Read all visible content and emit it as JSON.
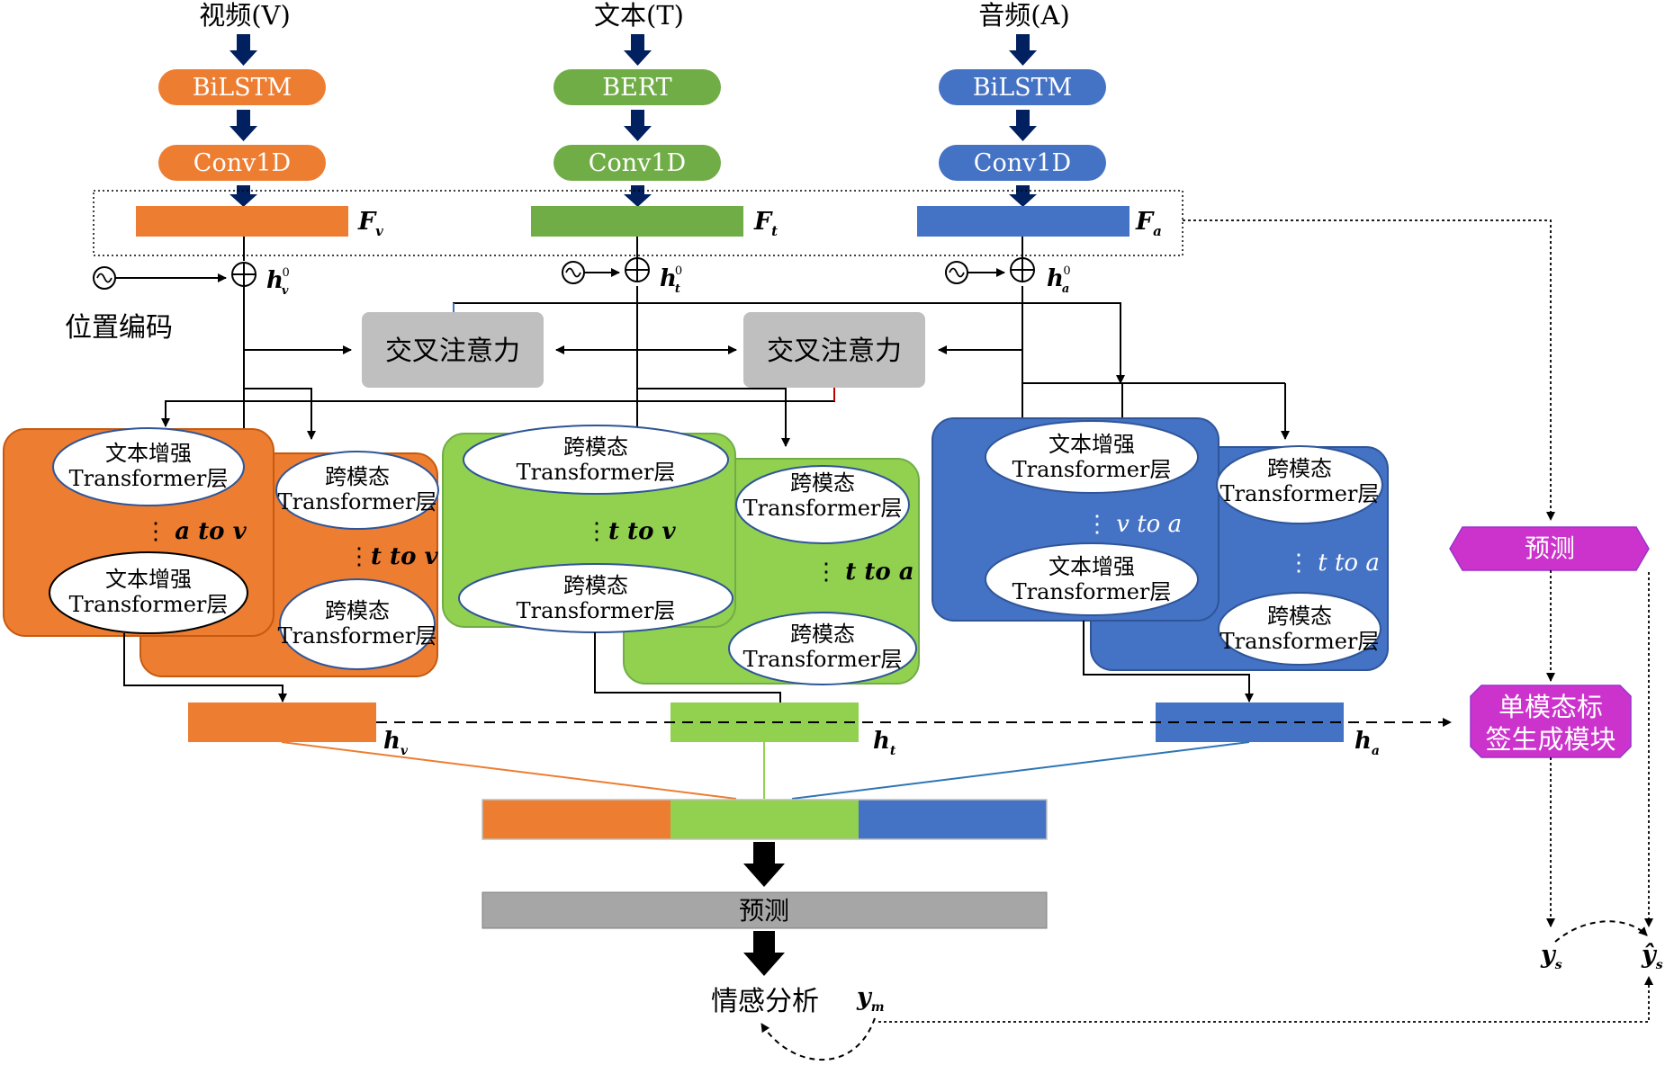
{
  "inputs": {
    "video": "视频(V)",
    "text": "文本(T)",
    "audio": "音频(A)"
  },
  "encoders": {
    "video_first": "BiLSTM",
    "text_first": "BERT",
    "audio_first": "BiLSTM",
    "conv": "Conv1D"
  },
  "features": {
    "fv": "F",
    "fv_sub": "v",
    "ft": "F",
    "ft_sub": "t",
    "fa": "F",
    "fa_sub": "a"
  },
  "positional": {
    "label": "位置编码",
    "hv0": "h",
    "hv0_sub": "v",
    "ht0": "h",
    "ht0_sub": "t",
    "ha0": "h",
    "ha0_sub": "a",
    "sup": "0"
  },
  "cross_attention": {
    "left": "交叉注意力",
    "right": "交叉注意力"
  },
  "transformers": {
    "text_enhanced_1": "文本增强",
    "text_enhanced_2": "Transformer层",
    "cross_modal_1": "跨模态",
    "cross_modal_2": "Transformer层",
    "a_to_v": "a to v",
    "t_to_v": "t to v",
    "t_to_v_2": "t to v",
    "t_to_a": "t to a",
    "v_to_a": "v to a",
    "t_to_a_2": "t to a"
  },
  "hidden": {
    "hv": "h",
    "hv_sub": "v",
    "ht": "h",
    "ht_sub": "t",
    "ha": "h",
    "ha_sub": "a"
  },
  "bottom": {
    "predict": "预测",
    "sentiment": "情感分析",
    "ym": "y",
    "ym_sub": "m"
  },
  "right_branch": {
    "predict": "预测",
    "label_gen_1": "单模态标",
    "label_gen_2": "签生成模块",
    "ys": "y",
    "ys_sub": "s",
    "ys_hat": "ŷ",
    "ys_hat_sub": "s"
  },
  "colors": {
    "orange": "#ED7D31",
    "green": "#70AD47",
    "light_green": "#92D050",
    "blue": "#4472C4",
    "gray": "#BFBFBF",
    "magenta": "#CC33CC",
    "navy": "#002060"
  }
}
